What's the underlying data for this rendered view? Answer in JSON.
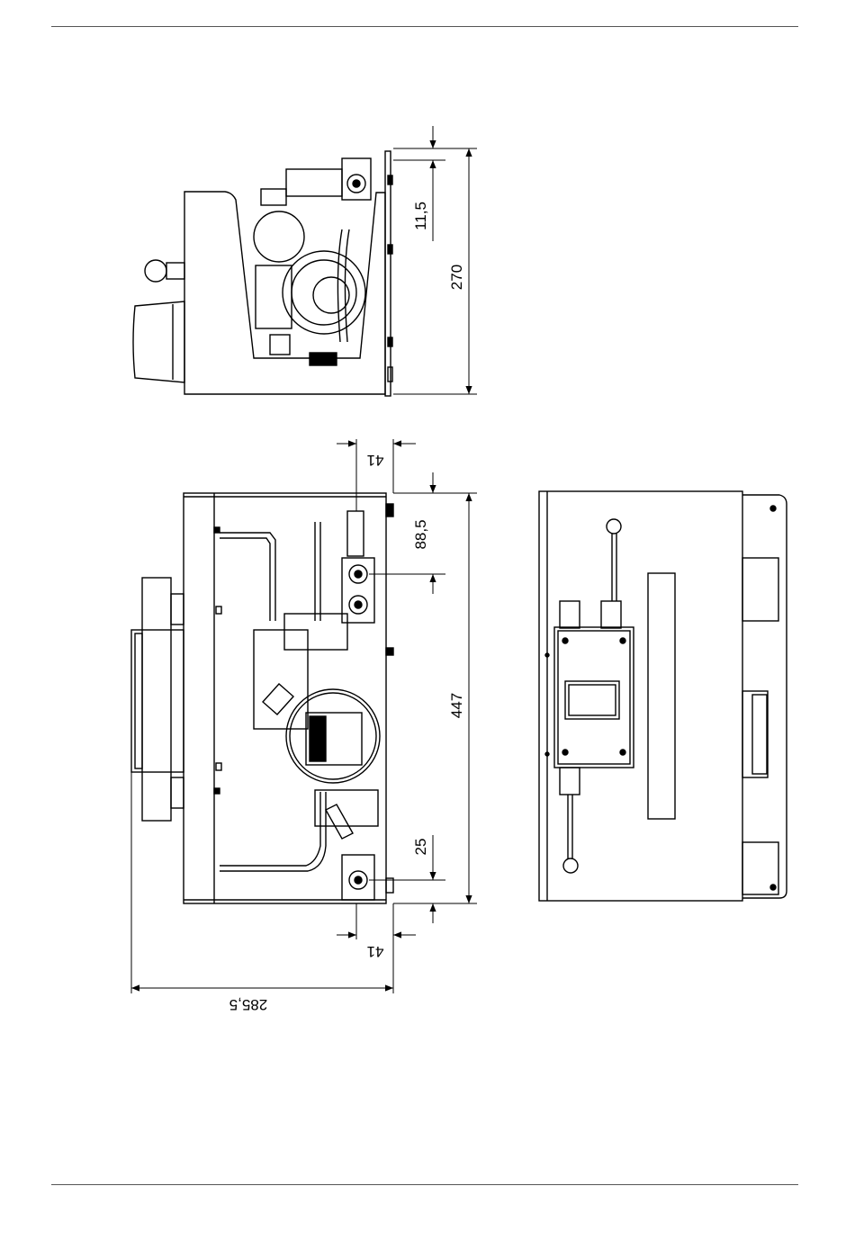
{
  "drawing": {
    "dimensions": {
      "top_offset": "11,5",
      "total_height": "270",
      "pipe_offset_top": "41",
      "top_valve_offset": "88,5",
      "total_length": "447",
      "bottom_valve_offset": "25",
      "pipe_offset_bottom": "41",
      "total_depth": "285,5"
    }
  }
}
